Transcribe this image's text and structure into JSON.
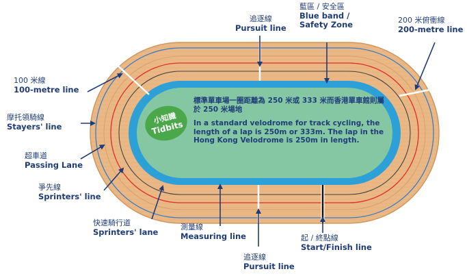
{
  "info": {
    "zh": "標準單車場一圈距離為 250 米或 333 米而香港單車館則屬於 250 米場地",
    "en": "In a standard velodrome for track cycling, the length of a lap is 250m or 333m. The lap in the Hong Kong Velodrome is 250m in length."
  },
  "badge": {
    "zh": "小知識",
    "en": "Tidbits"
  },
  "labels": {
    "pursuit_top": {
      "zh": "追逐線",
      "en": "Pursuit line"
    },
    "blue_band": {
      "zh": "藍區 / 安全區",
      "en1": "Blue band /",
      "en2": "Safety Zone"
    },
    "m200": {
      "zh": "200 米俯衝線",
      "en": "200-metre line"
    },
    "m100": {
      "zh": "100 米線",
      "en": "100-metre line"
    },
    "stayers": {
      "zh": "摩托領騎線",
      "en": "Stayers' line"
    },
    "passing": {
      "zh": "超車道",
      "en": "Passing Lane"
    },
    "sprinters_line": {
      "zh": "爭先線",
      "en": "Sprinters' line"
    },
    "sprinters_lane": {
      "zh": "快速騎行道",
      "en": "Sprinters' lane"
    },
    "measuring": {
      "zh": "測量線",
      "en": "Measuring line"
    },
    "pursuit_bottom": {
      "zh": "追逐線",
      "en": "Pursuit line"
    },
    "start_finish": {
      "zh": "起 / 終點線",
      "en": "Start/Finish line"
    }
  },
  "colors": {
    "wood": "#e9b783",
    "wood_dark": "#d9a06a",
    "blue_band": "#2ea0d8",
    "infield": "#86c7a3",
    "red_line": "#e0302a",
    "blue_line": "#3a7cc4",
    "arrow": "#1f3b78",
    "badge": "#4aa84a"
  }
}
